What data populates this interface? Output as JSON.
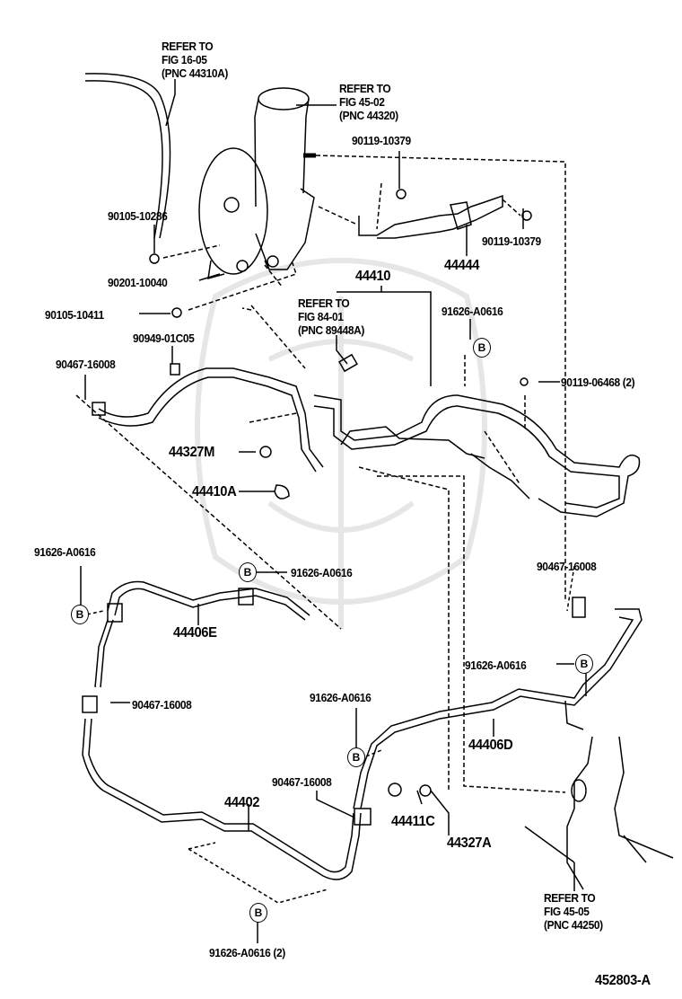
{
  "diagram_id": "452803-A",
  "callout_symbol": "B",
  "references": [
    {
      "line1": "REFER TO",
      "line2": "FIG 16-05",
      "line3": "(PNC 44310A)"
    },
    {
      "line1": "REFER TO",
      "line2": "FIG 45-02",
      "line3": "(PNC 44320)"
    },
    {
      "line1": "REFER TO",
      "line2": "FIG 84-01",
      "line3": "(PNC 89448A)"
    },
    {
      "line1": "REFER TO",
      "line2": "FIG 45-05",
      "line3": "(PNC 44250)"
    }
  ],
  "parts": {
    "p90119_10379_a": "90119-10379",
    "p90119_10379_b": "90119-10379",
    "p90105_10286": "90105-10286",
    "p44444": "44444",
    "p90201_10040": "90201-10040",
    "p44410": "44410",
    "p91626_a": "91626-A0616",
    "p90105_10411": "90105-10411",
    "p90949_01c05": "90949-01C05",
    "p90467_a": "90467-16008",
    "p90119_06468": "90119-06468 (2)",
    "p44327m": "44327M",
    "p44410a": "44410A",
    "p91626_b": "91626-A0616",
    "p91626_c": "91626-A0616",
    "p90467_b": "90467-16008",
    "p44406e": "44406E",
    "p91626_d": "91626-A0616",
    "p90467_c": "90467-16008",
    "p91626_e": "91626-A0616",
    "p44406d": "44406D",
    "p90467_d": "90467-16008",
    "p44402": "44402",
    "p44411c": "44411C",
    "p44327a": "44327A",
    "p91626_f": "91626-A0616 (2)"
  }
}
